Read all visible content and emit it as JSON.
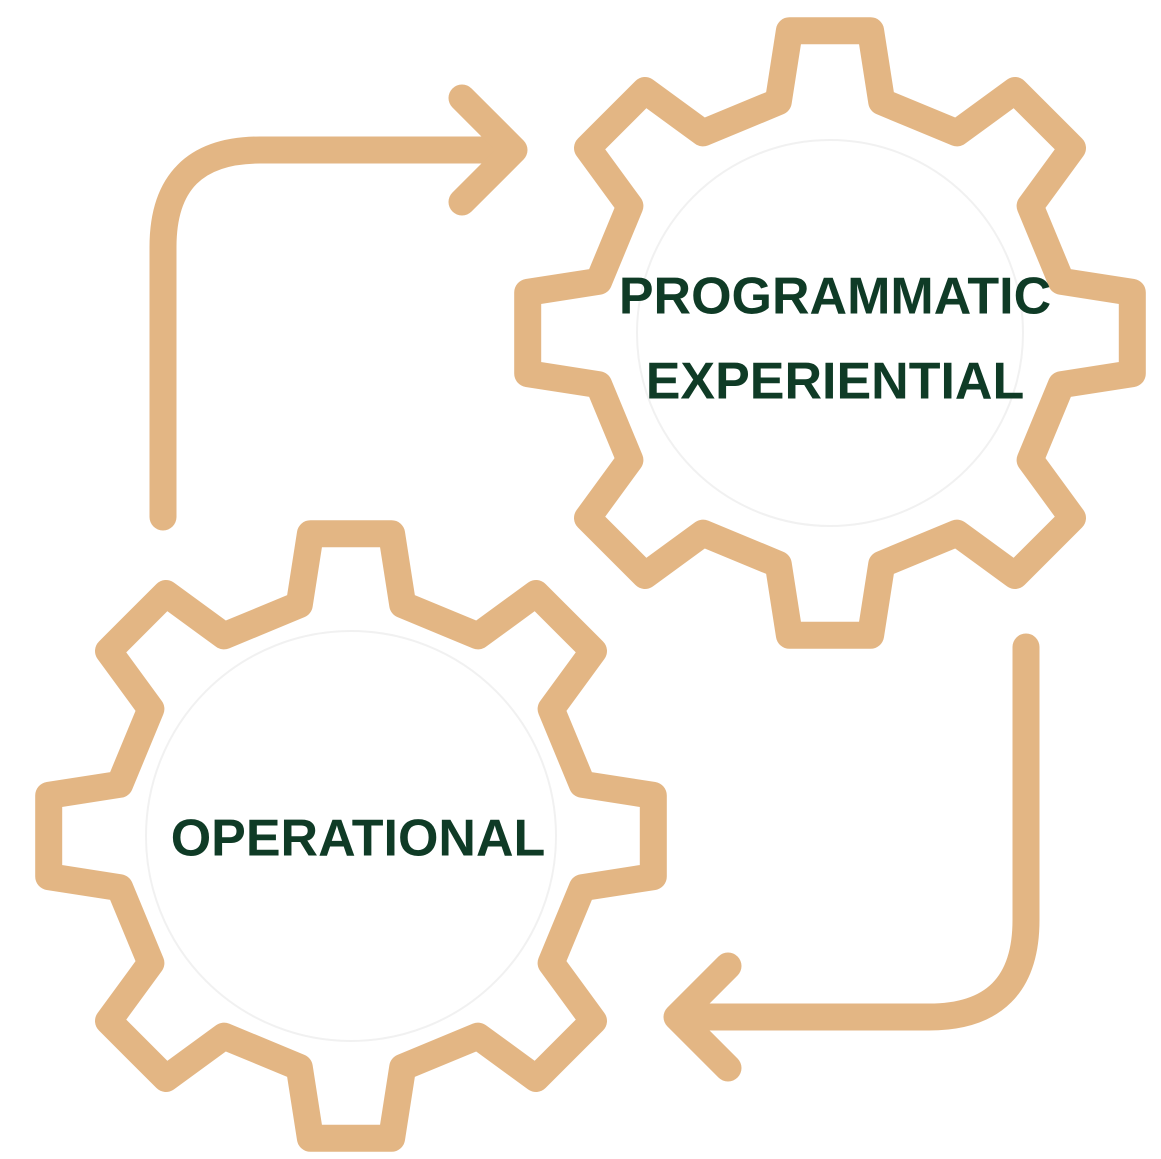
{
  "colors": {
    "gear_stroke": "#E3B684",
    "arrow_stroke": "#E3B684",
    "label_text": "#0F3B26",
    "background": "#FFFFFF"
  },
  "gears": {
    "programmatic": {
      "line1": "PROGRAMMATIC",
      "line2": "EXPERIENTIAL"
    },
    "operational": {
      "line1": "OPERATIONAL"
    }
  },
  "arrows": {
    "top": {
      "direction": "right"
    },
    "bottom": {
      "direction": "left"
    }
  }
}
